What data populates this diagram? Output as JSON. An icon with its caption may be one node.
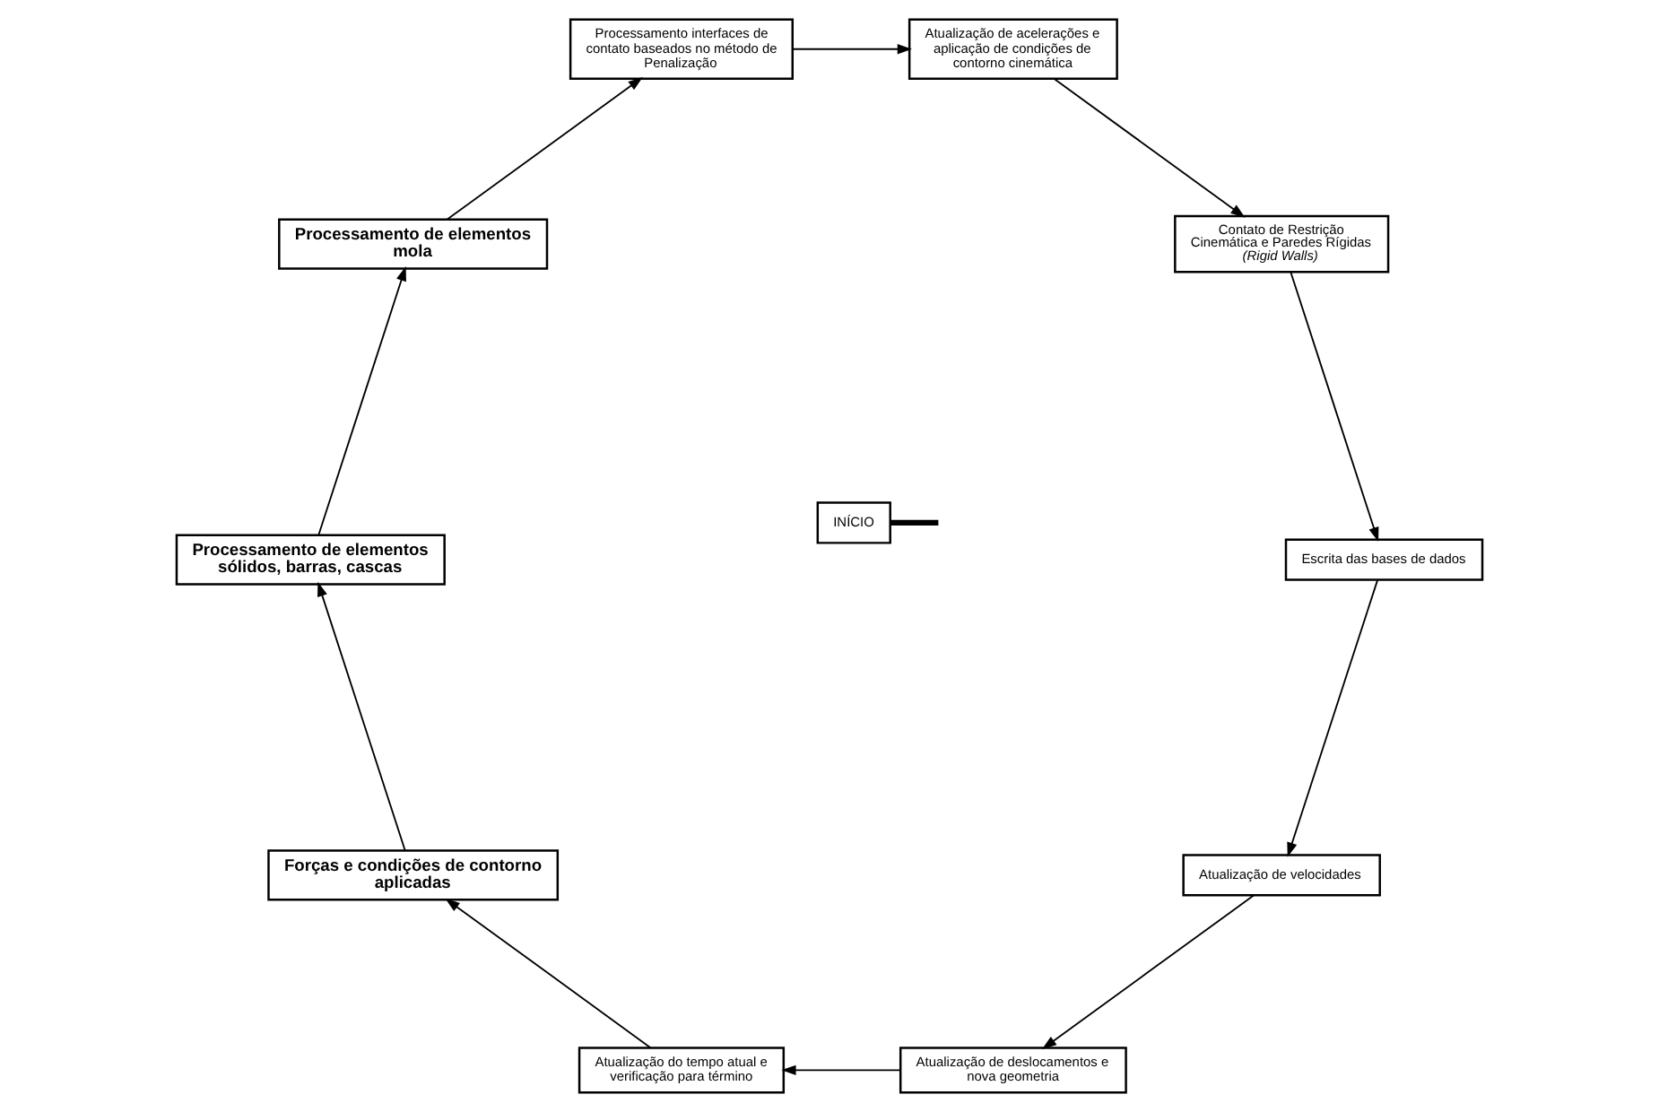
{
  "diagram": {
    "nodes": [
      {
        "text": [
          "Atualização de velocidades"
        ]
      },
      {
        "text": [
          "Escrita das bases de dados"
        ]
      },
      {
        "text": [
          "Atualização de deslocamentos e nova geometria"
        ]
      },
      {
        "text": [
          "Contato de Restrição Cinemática e Paredes Rígidas",
          "*(Rigid Walls)*"
        ]
      },
      {
        "text": [
          "Atualização do tempo atual e verificação para término"
        ]
      },
      {
        "text": [
          "INÍCIO"
        ]
      },
      {
        "text": [
          "Atualização de acelerações e aplicação de condições de contorno cinemática"
        ]
      },
      {
        "text": [
          "Forças e condições de contorno aplicadas"
        ]
      },
      {
        "text": [
          "Processamento interfaces de contato baseados no método de Penalização"
        ]
      },
      {
        "text": [
          "Processamento de elementos sólidos, barras, cascas"
        ]
      },
      {
        "text": [
          "Processamento de elementos mola"
        ]
      }
    ],
    "edges": [
      {
        "from": 5,
        "to": null,
        "arrow": "none",
        "style": "thick"
      },
      {
        "from": 7,
        "to": 9,
        "arrow": "to"
      },
      {
        "from": 9,
        "to": 10,
        "arrow": "to"
      },
      {
        "from": 10,
        "to": 8,
        "arrow": "to"
      },
      {
        "from": 8,
        "to": 6,
        "arrow": "to"
      },
      {
        "from": 6,
        "to": 3,
        "arrow": "to"
      },
      {
        "from": 3,
        "to": 1,
        "arrow": "to"
      },
      {
        "from": 1,
        "to": 0,
        "arrow": "to"
      },
      {
        "from": 0,
        "to": 2,
        "arrow": "to"
      },
      {
        "from": 2,
        "to": 4,
        "arrow": "to"
      },
      {
        "from": 4,
        "to": 7,
        "arrow": "to"
      }
    ]
  }
}
